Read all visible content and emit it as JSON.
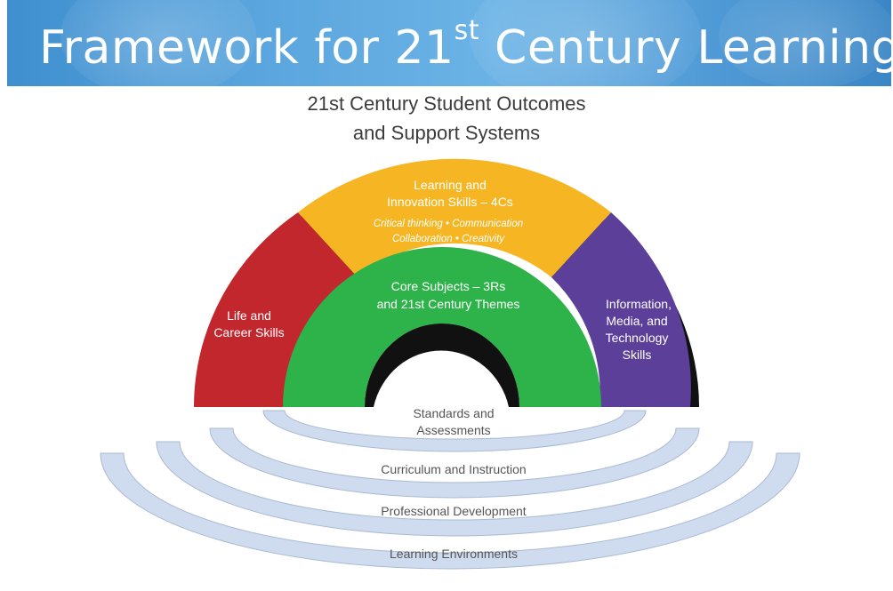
{
  "header": {
    "title_main": "Framework for 21",
    "title_sup": "st",
    "title_end": " Century Learning"
  },
  "subtitle": {
    "line1": "21st Century Student Outcomes",
    "line2": "and Support Systems"
  },
  "outcomes": {
    "life_career": {
      "line1": "Life and",
      "line2": "Career Skills",
      "color": "#c1272d"
    },
    "learning_innovation": {
      "line1": "Learning and",
      "line2": "Innovation Skills – 4Cs",
      "line3": "Critical thinking • Communication",
      "line4": "Collaboration • Creativity",
      "color": "#f6b624"
    },
    "information_media": {
      "line1": "Information,",
      "line2": "Media, and",
      "line3": "Technology",
      "line4": "Skills",
      "color": "#5b3f99"
    },
    "core_subjects": {
      "line1": "Core Subjects – 3Rs",
      "line2": "and 21st Century Themes",
      "color": "#2db34a"
    }
  },
  "support_systems": {
    "standards": {
      "line1": "Standards and",
      "line2": "Assessments"
    },
    "curriculum": "Curriculum and Instruction",
    "professional": "Professional Development",
    "environments": "Learning Environments",
    "ring_color": "#cfdcef"
  }
}
